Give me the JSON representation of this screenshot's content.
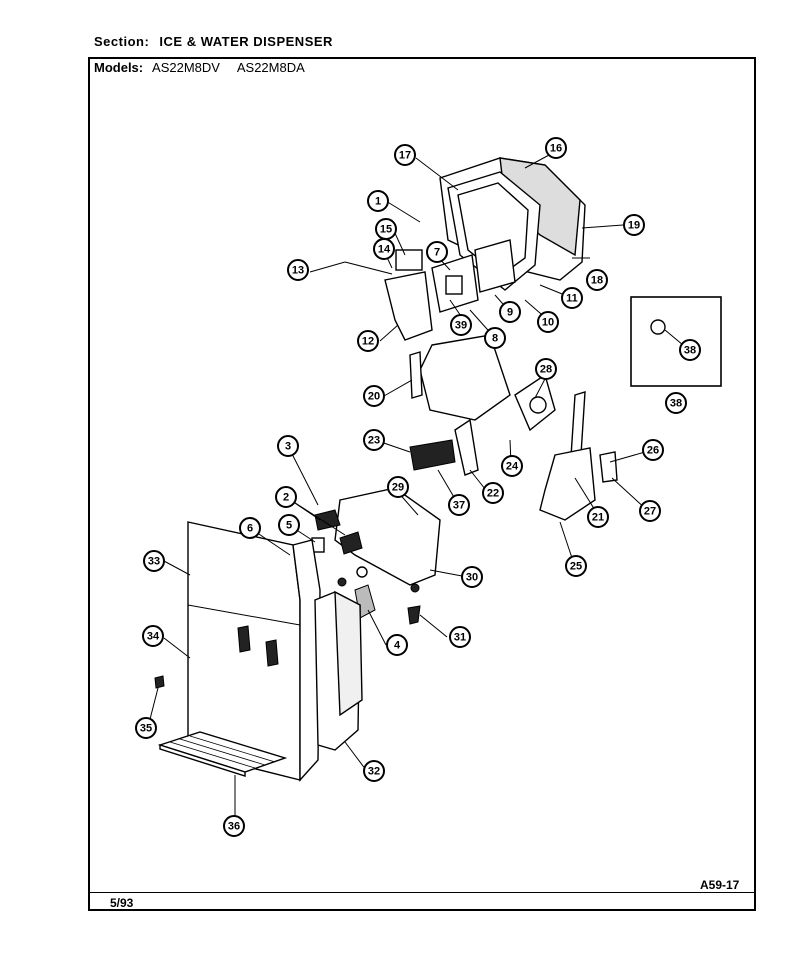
{
  "header": {
    "section_label": "Section:",
    "section_value": "ICE & WATER DISPENSER",
    "models_label": "Models:",
    "models": [
      "AS22M8DV",
      "AS22M8DA"
    ]
  },
  "footer": {
    "date": "5/93",
    "code": "A59-17"
  },
  "callouts": [
    {
      "id": "c1",
      "label": "1"
    },
    {
      "id": "c2",
      "label": "2"
    },
    {
      "id": "c3",
      "label": "3"
    },
    {
      "id": "c4",
      "label": "4"
    },
    {
      "id": "c5",
      "label": "5"
    },
    {
      "id": "c6",
      "label": "6"
    },
    {
      "id": "c7",
      "label": "7"
    },
    {
      "id": "c8",
      "label": "8"
    },
    {
      "id": "c9",
      "label": "9"
    },
    {
      "id": "c10",
      "label": "10"
    },
    {
      "id": "c11",
      "label": "11"
    },
    {
      "id": "c12",
      "label": "12"
    },
    {
      "id": "c13",
      "label": "13"
    },
    {
      "id": "c14",
      "label": "14"
    },
    {
      "id": "c15",
      "label": "15"
    },
    {
      "id": "c16",
      "label": "16"
    },
    {
      "id": "c17",
      "label": "17"
    },
    {
      "id": "c18",
      "label": "18"
    },
    {
      "id": "c19",
      "label": "19"
    },
    {
      "id": "c20",
      "label": "20"
    },
    {
      "id": "c21",
      "label": "21"
    },
    {
      "id": "c22",
      "label": "22"
    },
    {
      "id": "c23",
      "label": "23"
    },
    {
      "id": "c24",
      "label": "24"
    },
    {
      "id": "c25",
      "label": "25"
    },
    {
      "id": "c26",
      "label": "26"
    },
    {
      "id": "c27",
      "label": "27"
    },
    {
      "id": "c28",
      "label": "28"
    },
    {
      "id": "c29",
      "label": "29"
    },
    {
      "id": "c30",
      "label": "30"
    },
    {
      "id": "c31",
      "label": "31"
    },
    {
      "id": "c32",
      "label": "32"
    },
    {
      "id": "c33",
      "label": "33"
    },
    {
      "id": "c34",
      "label": "34"
    },
    {
      "id": "c35",
      "label": "35"
    },
    {
      "id": "c36",
      "label": "36"
    },
    {
      "id": "c37",
      "label": "37"
    },
    {
      "id": "c38a",
      "label": "38"
    },
    {
      "id": "c38b",
      "label": "38"
    },
    {
      "id": "c39",
      "label": "39"
    }
  ]
}
